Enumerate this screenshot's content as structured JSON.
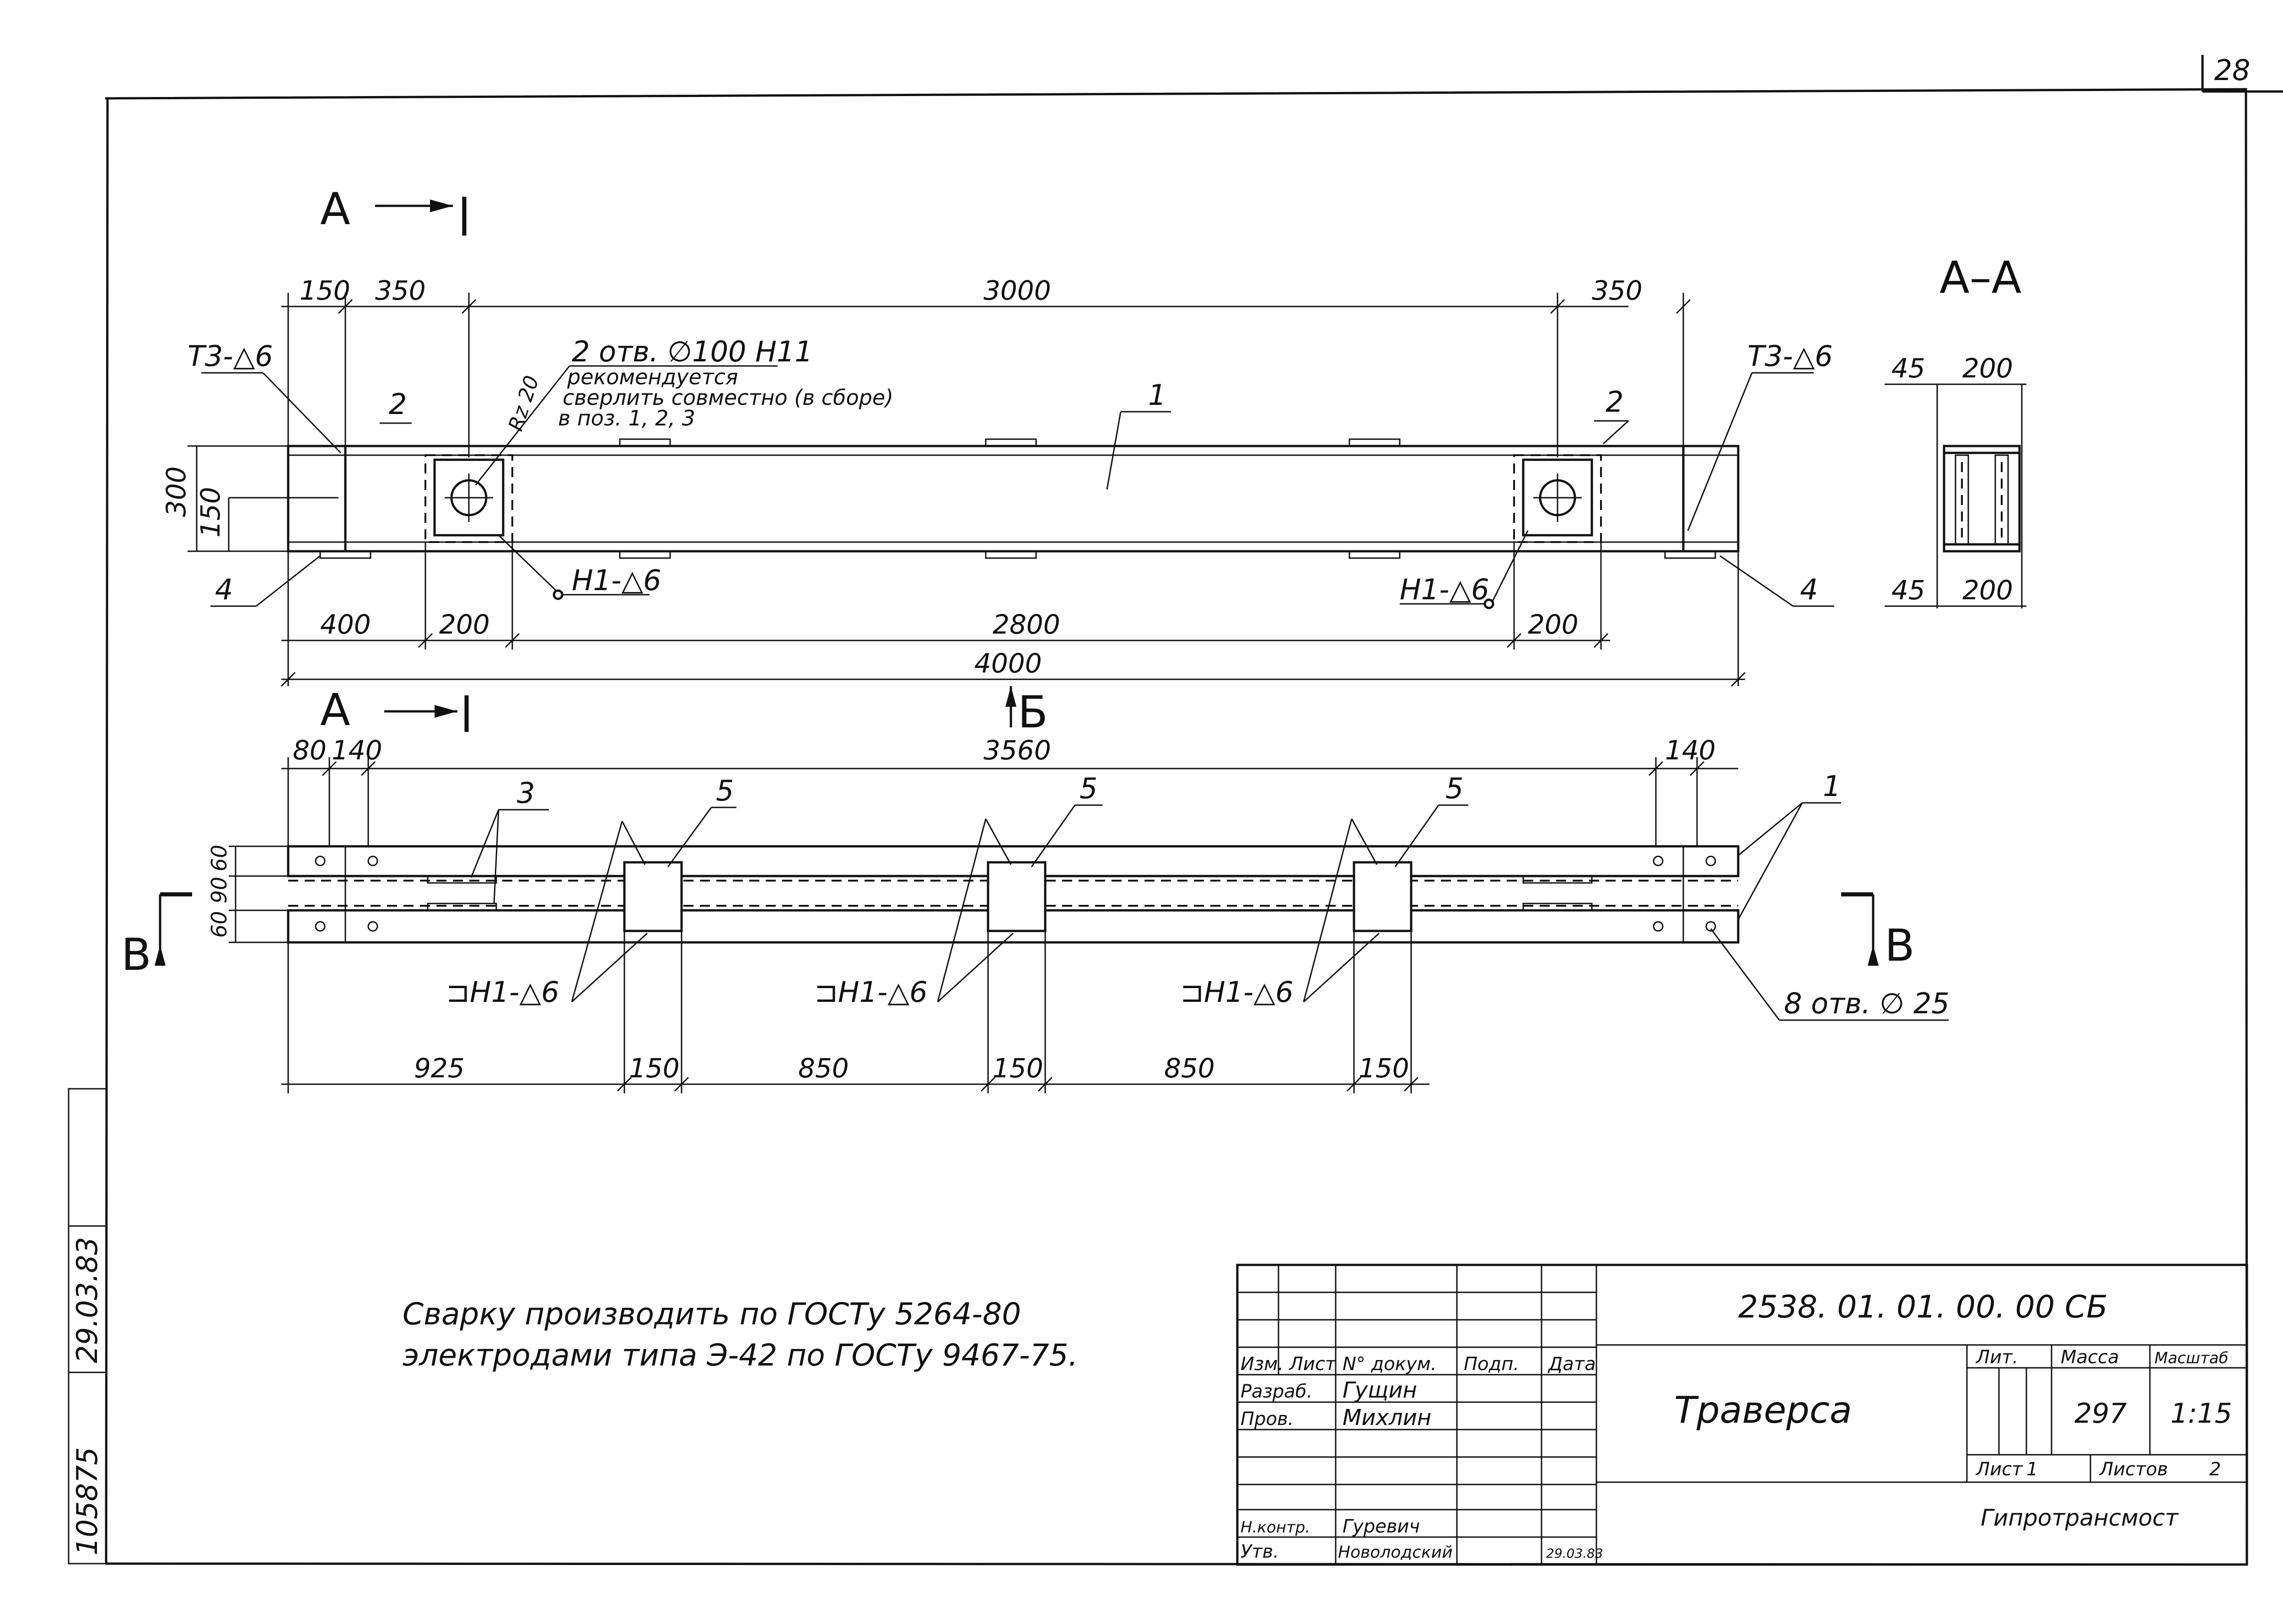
{
  "sheet_number": "28",
  "views": {
    "cut_a_top": "А",
    "cut_a_bottom": "А",
    "section_title": "А–А",
    "arrow_b": "Б",
    "cut_v_left": "В",
    "cut_v_right": "В"
  },
  "front_view": {
    "dims_top": [
      "150",
      "350",
      "3000",
      "350"
    ],
    "dims_bottom": [
      "400",
      "200",
      "2800",
      "200"
    ],
    "overall": "4000",
    "height": "300",
    "half_height": "150",
    "weld_left": "Т3-△6",
    "weld_right": "Т3-△6",
    "weld_h1_left": "Н1-△6",
    "weld_h1_right": "Н1-△6",
    "hole_note": {
      "line1": "2 отв. ∅100 Н11",
      "line2": "рекомендуется",
      "line3": "сверлить совместно (в сборе)",
      "line4": "в поз. 1, 2, 3"
    },
    "roughness": "Rz 20",
    "pos_1": "1",
    "pos_2_left": "2",
    "pos_2_right": "2",
    "pos_4_left": "4",
    "pos_4_right": "4"
  },
  "section_aa": {
    "top_dims": [
      "45",
      "200"
    ],
    "bottom_dims": [
      "45",
      "200"
    ]
  },
  "plan_view": {
    "dims_top": [
      "80",
      "140",
      "3560",
      "140"
    ],
    "dims_left": [
      "60",
      "90",
      "60"
    ],
    "dims_bottom": [
      "925",
      "150",
      "850",
      "150",
      "850",
      "150"
    ],
    "pos_3": "3",
    "pos_5": [
      "5",
      "5",
      "5"
    ],
    "pos_1": "1",
    "welds": [
      "⊐Н1-△6",
      "⊐Н1-△6",
      "⊐Н1-△6"
    ],
    "holes": "8 отв. ∅ 25"
  },
  "notes": {
    "line1": "Сварку производить по ГОСТу 5264-80",
    "line2": "электродами типа Э-42 по ГОСТу 9467-75."
  },
  "side_stamp": {
    "inv": "105875",
    "date": "29.03.83"
  },
  "title_block": {
    "document_code": "2538. 01. 01. 00. 00 СБ",
    "title": "Траверса",
    "headers": {
      "izm_list": "Изм. Лист",
      "doc_num": "N° докум.",
      "podp": "Подп.",
      "data": "Дата",
      "lit": "Лит.",
      "massa": "Масса",
      "masshtab": "Масштаб",
      "list": "Лист",
      "listov": "Листов"
    },
    "rows": [
      {
        "role": "Разраб.",
        "name": "Гущин"
      },
      {
        "role": "Пров.",
        "name": "Михлин"
      },
      {
        "role": "Н.контр.",
        "name": "Гуревич"
      },
      {
        "role": "Утв.",
        "name": "Новолодский",
        "date": "29.03.83"
      }
    ],
    "mass": "297",
    "scale": "1:15",
    "sheet": "1",
    "sheets": "2",
    "organization": "Гипротрансмост"
  }
}
